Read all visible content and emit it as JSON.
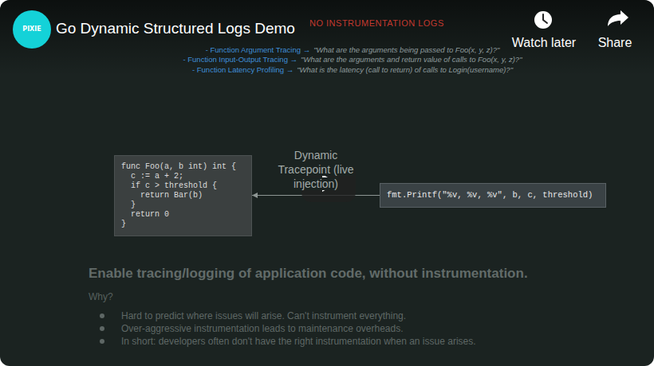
{
  "diagram": {
    "title": "Go Dynamic Structured Logs Demo",
    "nodes": [
      {
        "text": [
          "PIXIE"
        ]
      },
      {
        "text": [
          "func Foo(a, b int) int {",
          "c := a + 2;",
          "if c > threshold {",
          "return Bar(b)",
          "}",
          "return 0",
          "}"
        ]
      },
      {
        "text": [
          "fmt.Printf(\"%v, %v, %v\", b, c, threshold)"
        ]
      }
    ],
    "edges": [
      {
        "from": 2,
        "to": 1,
        "arrow": "to",
        "label": "Dynamic Tracepoint (live injection)"
      }
    ],
    "labels": [
      "NO INSTRUMENTATION LOGS",
      "- Function Argument Tracing →",
      "\"What are the arguments being passed to Foo(x, y, z)?\"",
      "- Function Input-Output Tracing →",
      "\"What are the arguments and return value of calls to Foo(x, y, z)?\"",
      "- Function Latency Profiling →",
      "\"What is the latency (call to return) of calls to Login(username)?\"",
      "Watch later",
      "Share",
      "Enable tracing/logging of application code, without instrumentation.",
      "Why?",
      "Hard to predict where issues will arise. Can't instrument everything.",
      "Over-aggressive instrumentation leads to maintenance overheads.",
      "In short: developers often don't have the right instrumentation when an issue arises."
    ]
  }
}
